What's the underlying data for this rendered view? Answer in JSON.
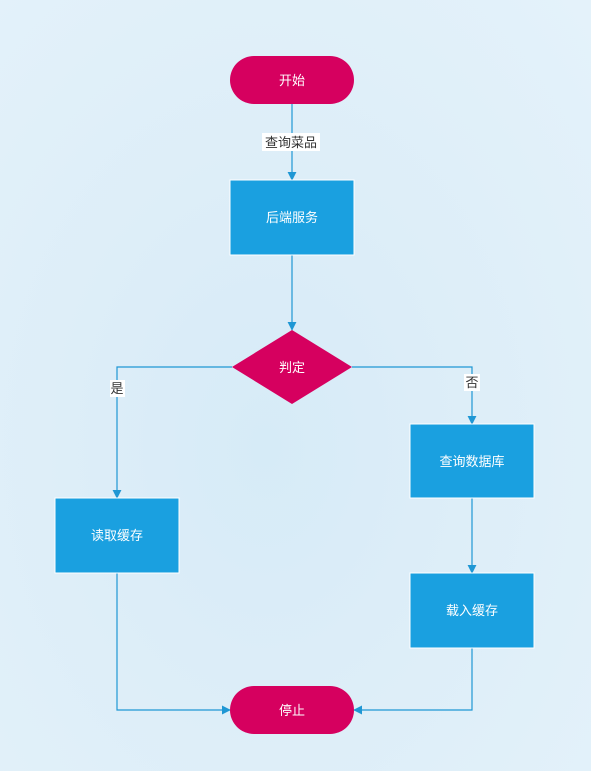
{
  "colors": {
    "terminal": "#d6005f",
    "process": "#1aa0e0",
    "decision": "#d6005f",
    "edge": "#1f97d4"
  },
  "nodes": {
    "start": "开始",
    "backend": "后端服务",
    "decision": "判定",
    "read_cache": "读取缓存",
    "query_db": "查询数据库",
    "load_cache": "载入缓存",
    "stop": "停止"
  },
  "edges": {
    "query_menu": "查询菜品",
    "yes": "是",
    "no": "否"
  }
}
